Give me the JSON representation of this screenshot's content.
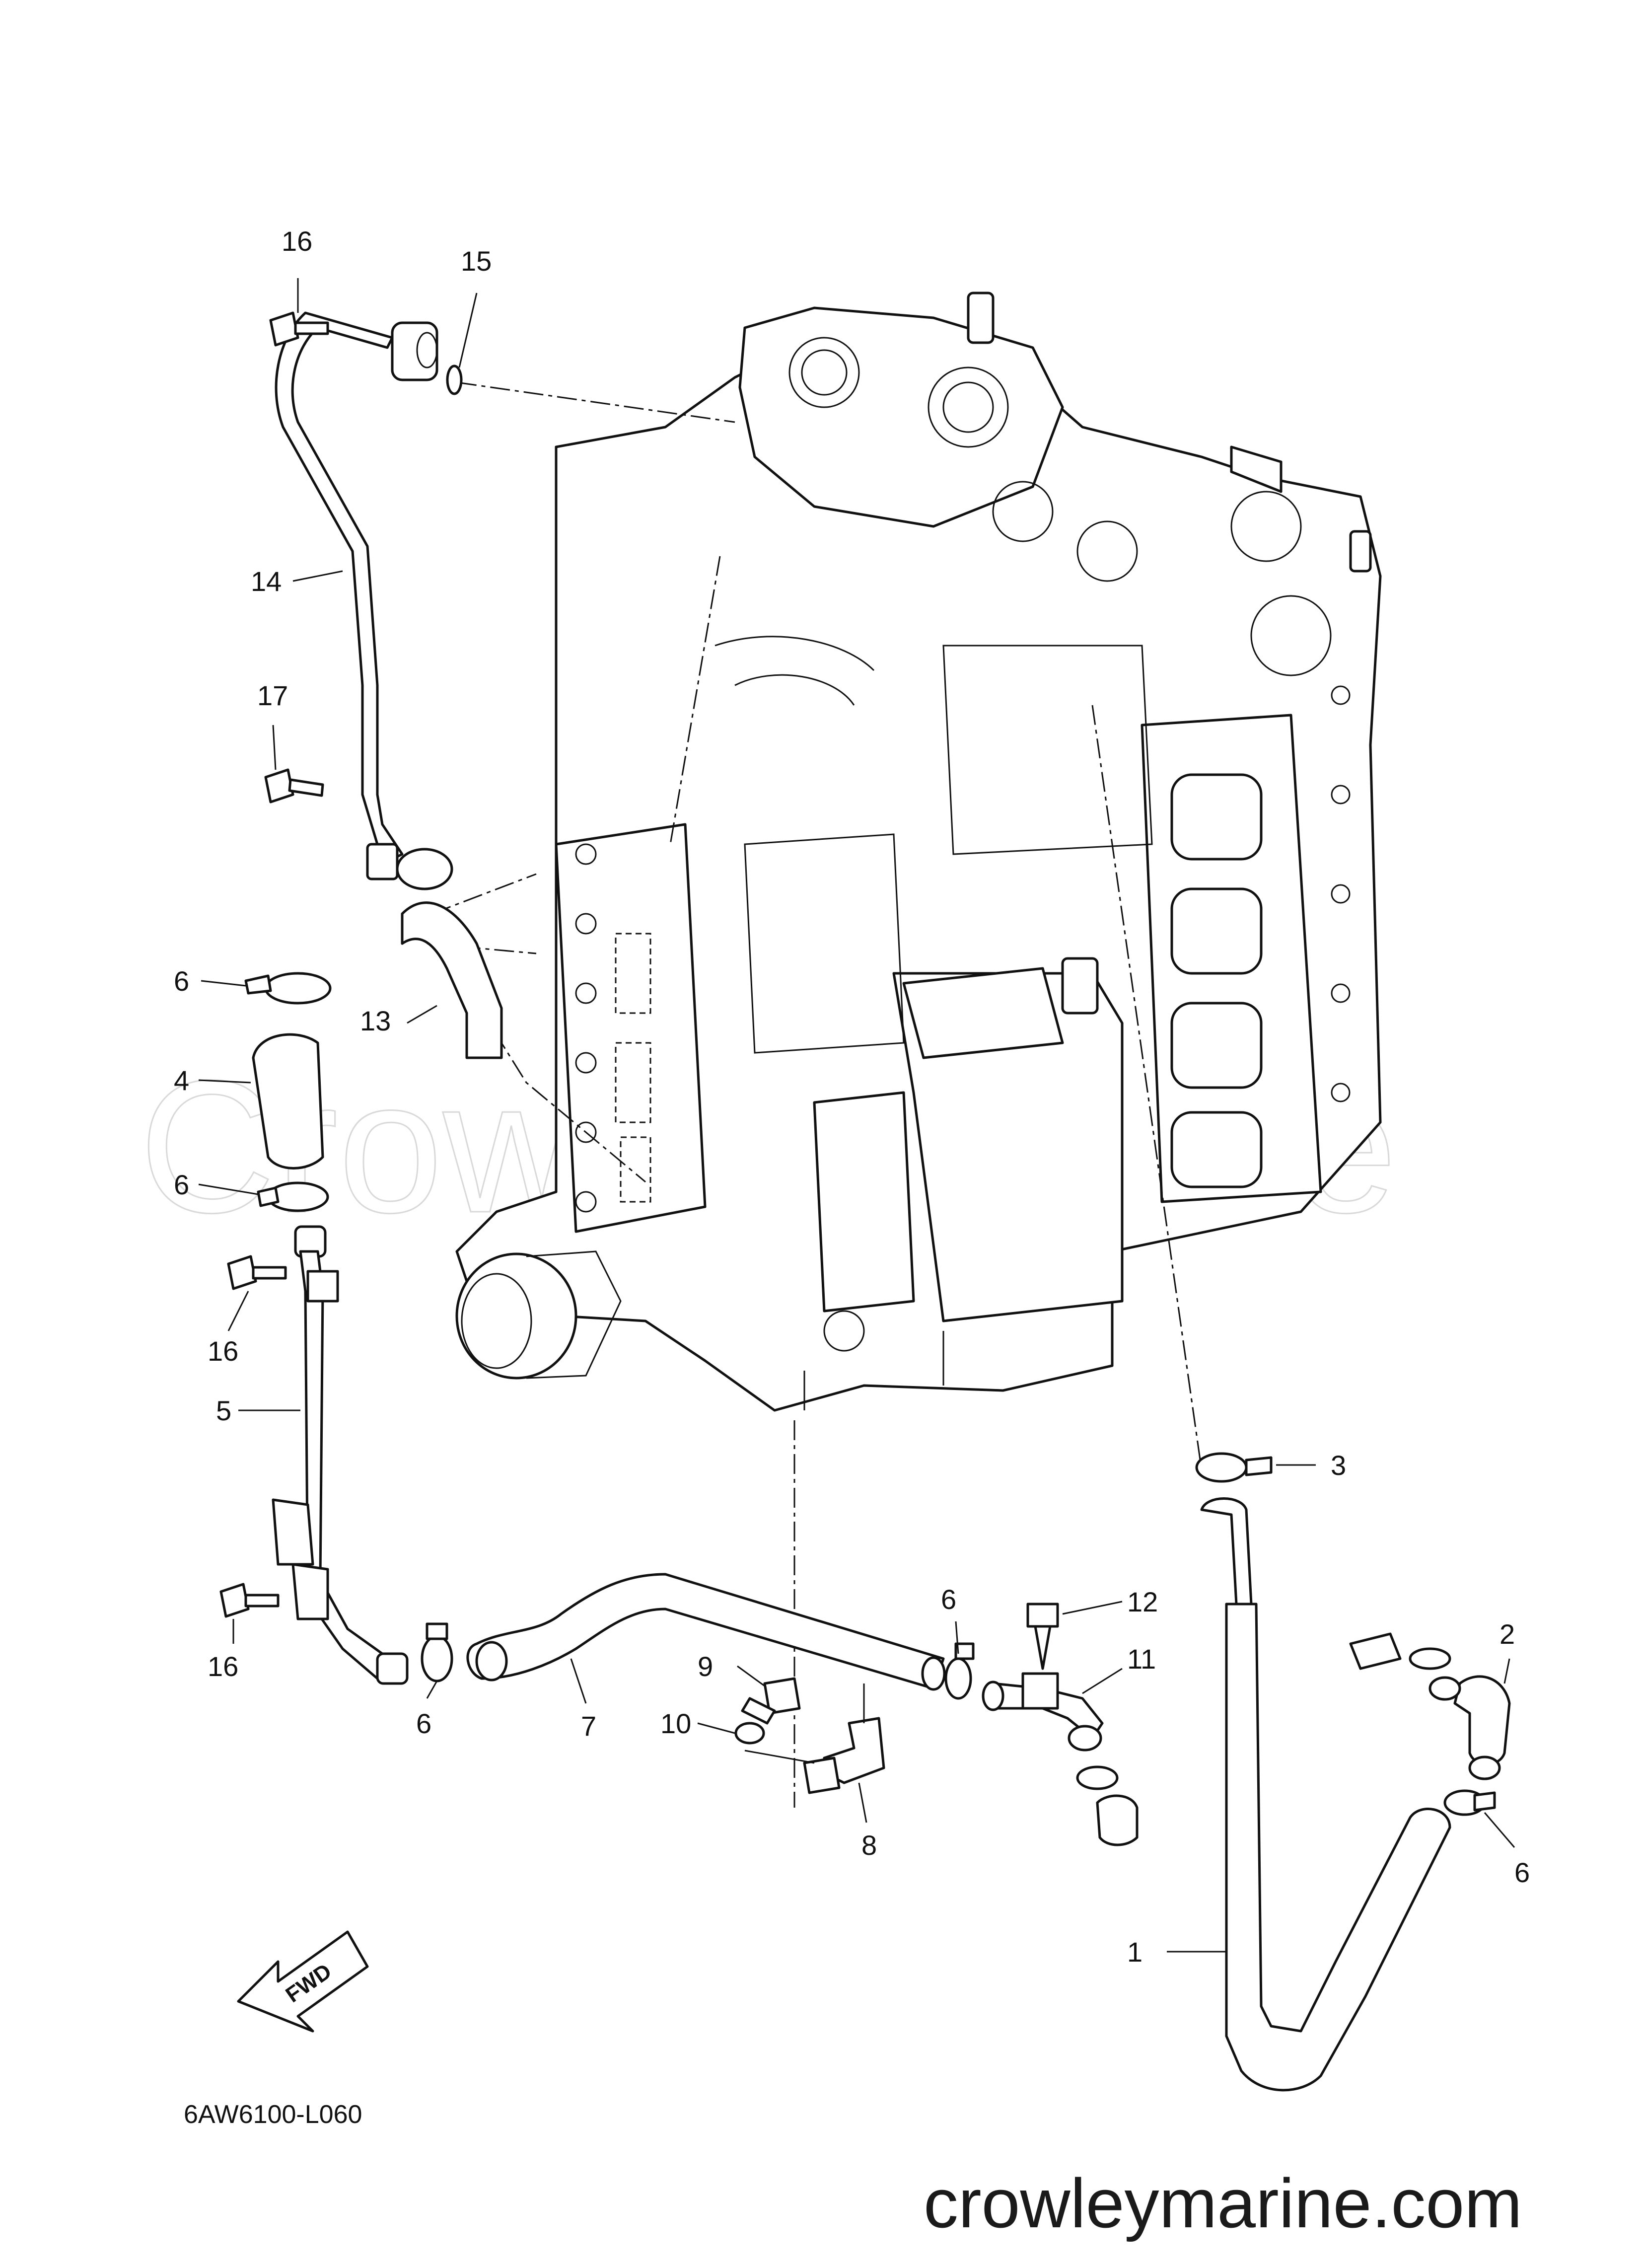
{
  "diagram_code": "6AW6100-L060",
  "website": "crowleymarine.com",
  "watermark": "CrowleyMarine",
  "fwd_label": "FWD",
  "callouts": [
    "16",
    "15",
    "14",
    "17",
    "6",
    "4",
    "6",
    "13",
    "16",
    "5",
    "16",
    "6",
    "7",
    "9",
    "10",
    "8",
    "6",
    "12",
    "11",
    "3",
    "2",
    "6",
    "1"
  ]
}
